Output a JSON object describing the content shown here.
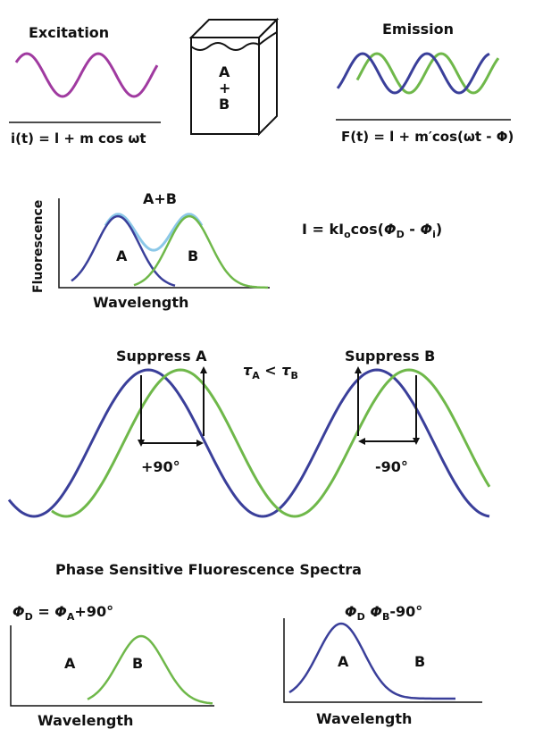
{
  "colors": {
    "blue": "#3a3f9a",
    "green": "#6fb84a",
    "purple": "#a03aa0",
    "light_blue": "#8cc8e8",
    "ink": "#111111"
  },
  "excitation": {
    "title": "Excitation",
    "equation": "i(t) = l + m cos ωt"
  },
  "cuvette": {
    "label_a": "A",
    "label_plus": "+",
    "label_b": "B"
  },
  "emission": {
    "title": "Emission",
    "equation": "F(t) = l + m′cos(ωt - Φ)"
  },
  "spectrum": {
    "ylabel": "Fluorescence",
    "xlabel": "Wavelength",
    "label_sum": "A+B",
    "label_a": "A",
    "label_b": "B"
  },
  "intensity_equation": {
    "prefix": "I = kI",
    "sub_o": "o",
    "cos": "cos(",
    "phi1": "Φ",
    "sub_d": "D",
    "minus": " - ",
    "phi2": "Φ",
    "sub_i": "i",
    "close": ")"
  },
  "phase": {
    "suppress_a": "Suppress A",
    "suppress_b": "Suppress B",
    "tau_relation": {
      "tau1": "τ",
      "sub1": "A",
      "lt": " < ",
      "tau2": "τ",
      "sub2": "B"
    },
    "shift_plus": "+90°",
    "shift_minus": "-90°"
  },
  "bottom": {
    "title": "Phase Sensitive Fluorescence Spectra",
    "left": {
      "eq": {
        "phi": "Φ",
        "sub_d": "D",
        "eq": " = ",
        "phi2": "Φ",
        "sub_a": "A",
        "rest": "+90°"
      },
      "label_a": "A",
      "label_b": "B",
      "xlabel": "Wavelength"
    },
    "right": {
      "eq": {
        "phi": "Φ",
        "sub_d": "D",
        "gap": "  ",
        "phi2": "Φ",
        "sub_b": "B",
        "rest": "-90°"
      },
      "label_a": "A",
      "label_b": "B",
      "xlabel": "Wavelength"
    }
  }
}
